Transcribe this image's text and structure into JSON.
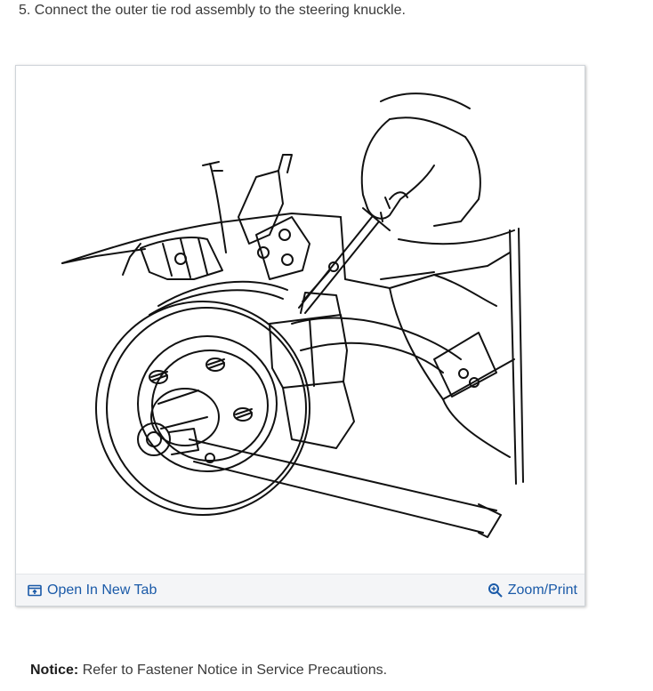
{
  "step": {
    "number": "5.",
    "text": "Connect the outer tie rod assembly to the steering knuckle."
  },
  "figure": {
    "illustration_icon": "outer-tie-rod-to-knuckle-illustration",
    "open_tab_label": "Open In New Tab",
    "open_tab_icon": "open-in-new-tab-icon",
    "zoom_label": "Zoom/Print",
    "zoom_icon": "magnifier-icon",
    "link_color": "#1a5aa8"
  },
  "notice": {
    "label": "Notice:",
    "text": "Refer to Fastener Notice in Service Precautions."
  }
}
